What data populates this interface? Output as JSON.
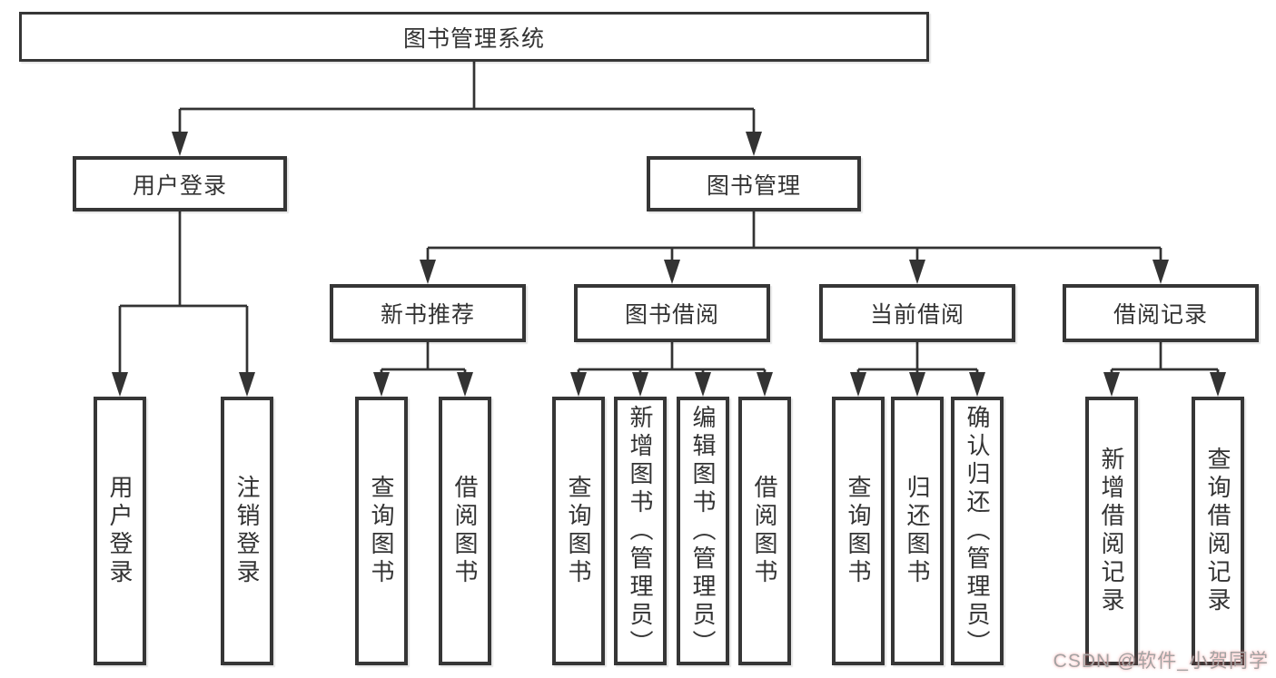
{
  "tree": {
    "label": "图书管理系统",
    "children": [
      {
        "label": "用户登录",
        "children": [
          {
            "label": "用户登录"
          },
          {
            "label": "注销登录"
          }
        ]
      },
      {
        "label": "图书管理",
        "children": [
          {
            "label": "新书推荐",
            "children": [
              {
                "label": "查询图书"
              },
              {
                "label": "借阅图书"
              }
            ]
          },
          {
            "label": "图书借阅",
            "children": [
              {
                "label": "查询图书"
              },
              {
                "label": "新增图书（管理员）"
              },
              {
                "label": "编辑图书（管理员）"
              },
              {
                "label": "借阅图书"
              }
            ]
          },
          {
            "label": "当前借阅",
            "children": [
              {
                "label": "查询图书"
              },
              {
                "label": "归还图书"
              },
              {
                "label": "确认归还（管理员）"
              }
            ]
          },
          {
            "label": "借阅记录",
            "children": [
              {
                "label": "新增借阅记录"
              },
              {
                "label": "查询借阅记录"
              }
            ]
          }
        ]
      }
    ]
  },
  "watermark": {
    "text": "CSDN @软件_小贺同学"
  },
  "colors": {
    "line": "#333333",
    "box_border": "#363636",
    "text": "#333333",
    "watermark": "#a3a3a3",
    "background": "#ffffff"
  }
}
